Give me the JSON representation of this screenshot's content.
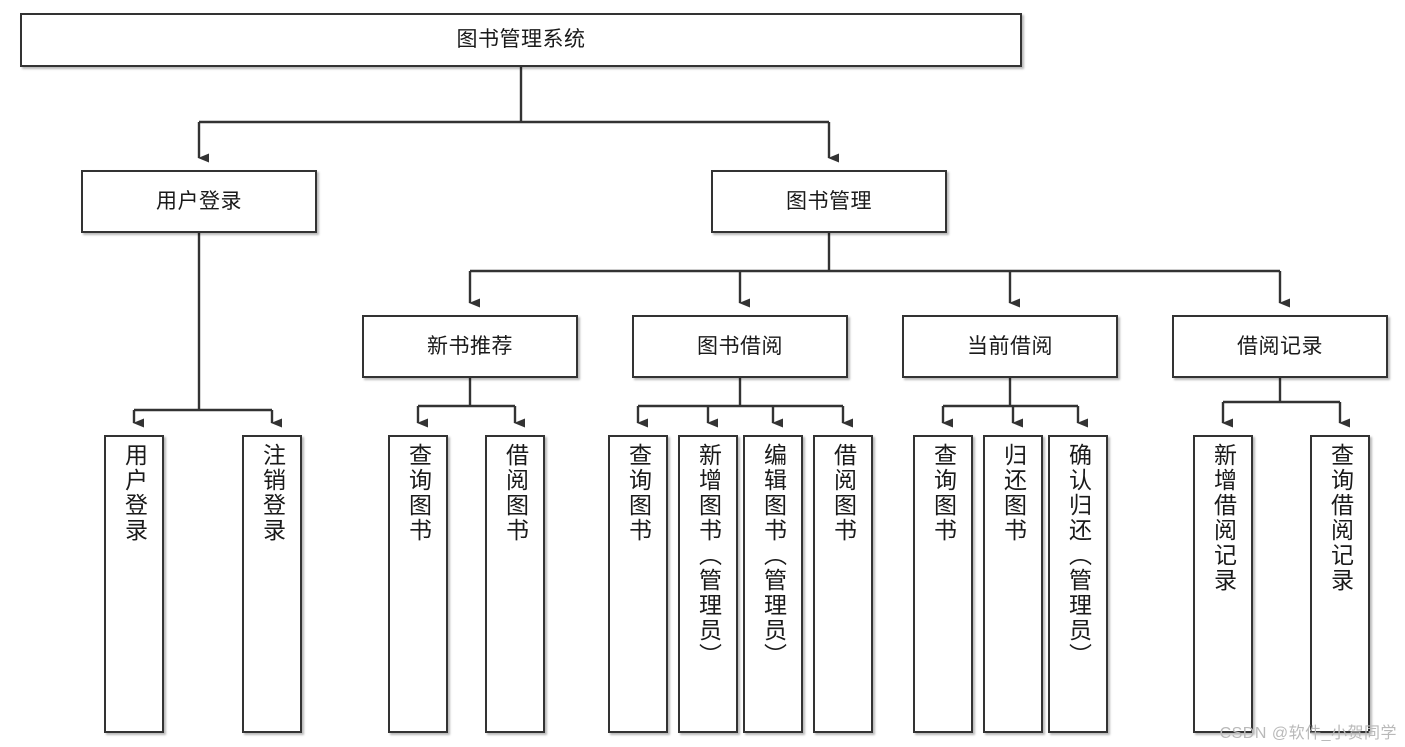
{
  "diagram": {
    "title": "图书管理系统",
    "type": "tree-hierarchy",
    "orientation": "top-down",
    "colors": {
      "box_border": "#333333",
      "box_fill": "#ffffff",
      "edge": "#333333",
      "text": "#1a1a1a",
      "watermark": "#b9b9b9"
    }
  },
  "nodes": {
    "root": {
      "label": "图书管理系统"
    },
    "level2": [
      {
        "label": "用户登录"
      },
      {
        "label": "图书管理"
      }
    ],
    "level3": [
      {
        "label": "新书推荐"
      },
      {
        "label": "图书借阅"
      },
      {
        "label": "当前借阅"
      },
      {
        "label": "借阅记录"
      }
    ],
    "leaves_user_login": [
      {
        "label": "用户登录"
      },
      {
        "label": "注销登录"
      }
    ],
    "leaves_new_book": [
      {
        "label": "查询图书"
      },
      {
        "label": "借阅图书"
      }
    ],
    "leaves_borrow": [
      {
        "label": "查询图书"
      },
      {
        "label": "新增图书（管理员）"
      },
      {
        "label": "编辑图书（管理员）"
      },
      {
        "label": "借阅图书"
      }
    ],
    "leaves_current": [
      {
        "label": "查询图书"
      },
      {
        "label": "归还图书"
      },
      {
        "label": "确认归还（管理员）"
      }
    ],
    "leaves_records": [
      {
        "label": "新增借阅记录"
      },
      {
        "label": "查询借阅记录"
      }
    ]
  },
  "watermark": {
    "text": "CSDN @软件_小贺同学"
  }
}
